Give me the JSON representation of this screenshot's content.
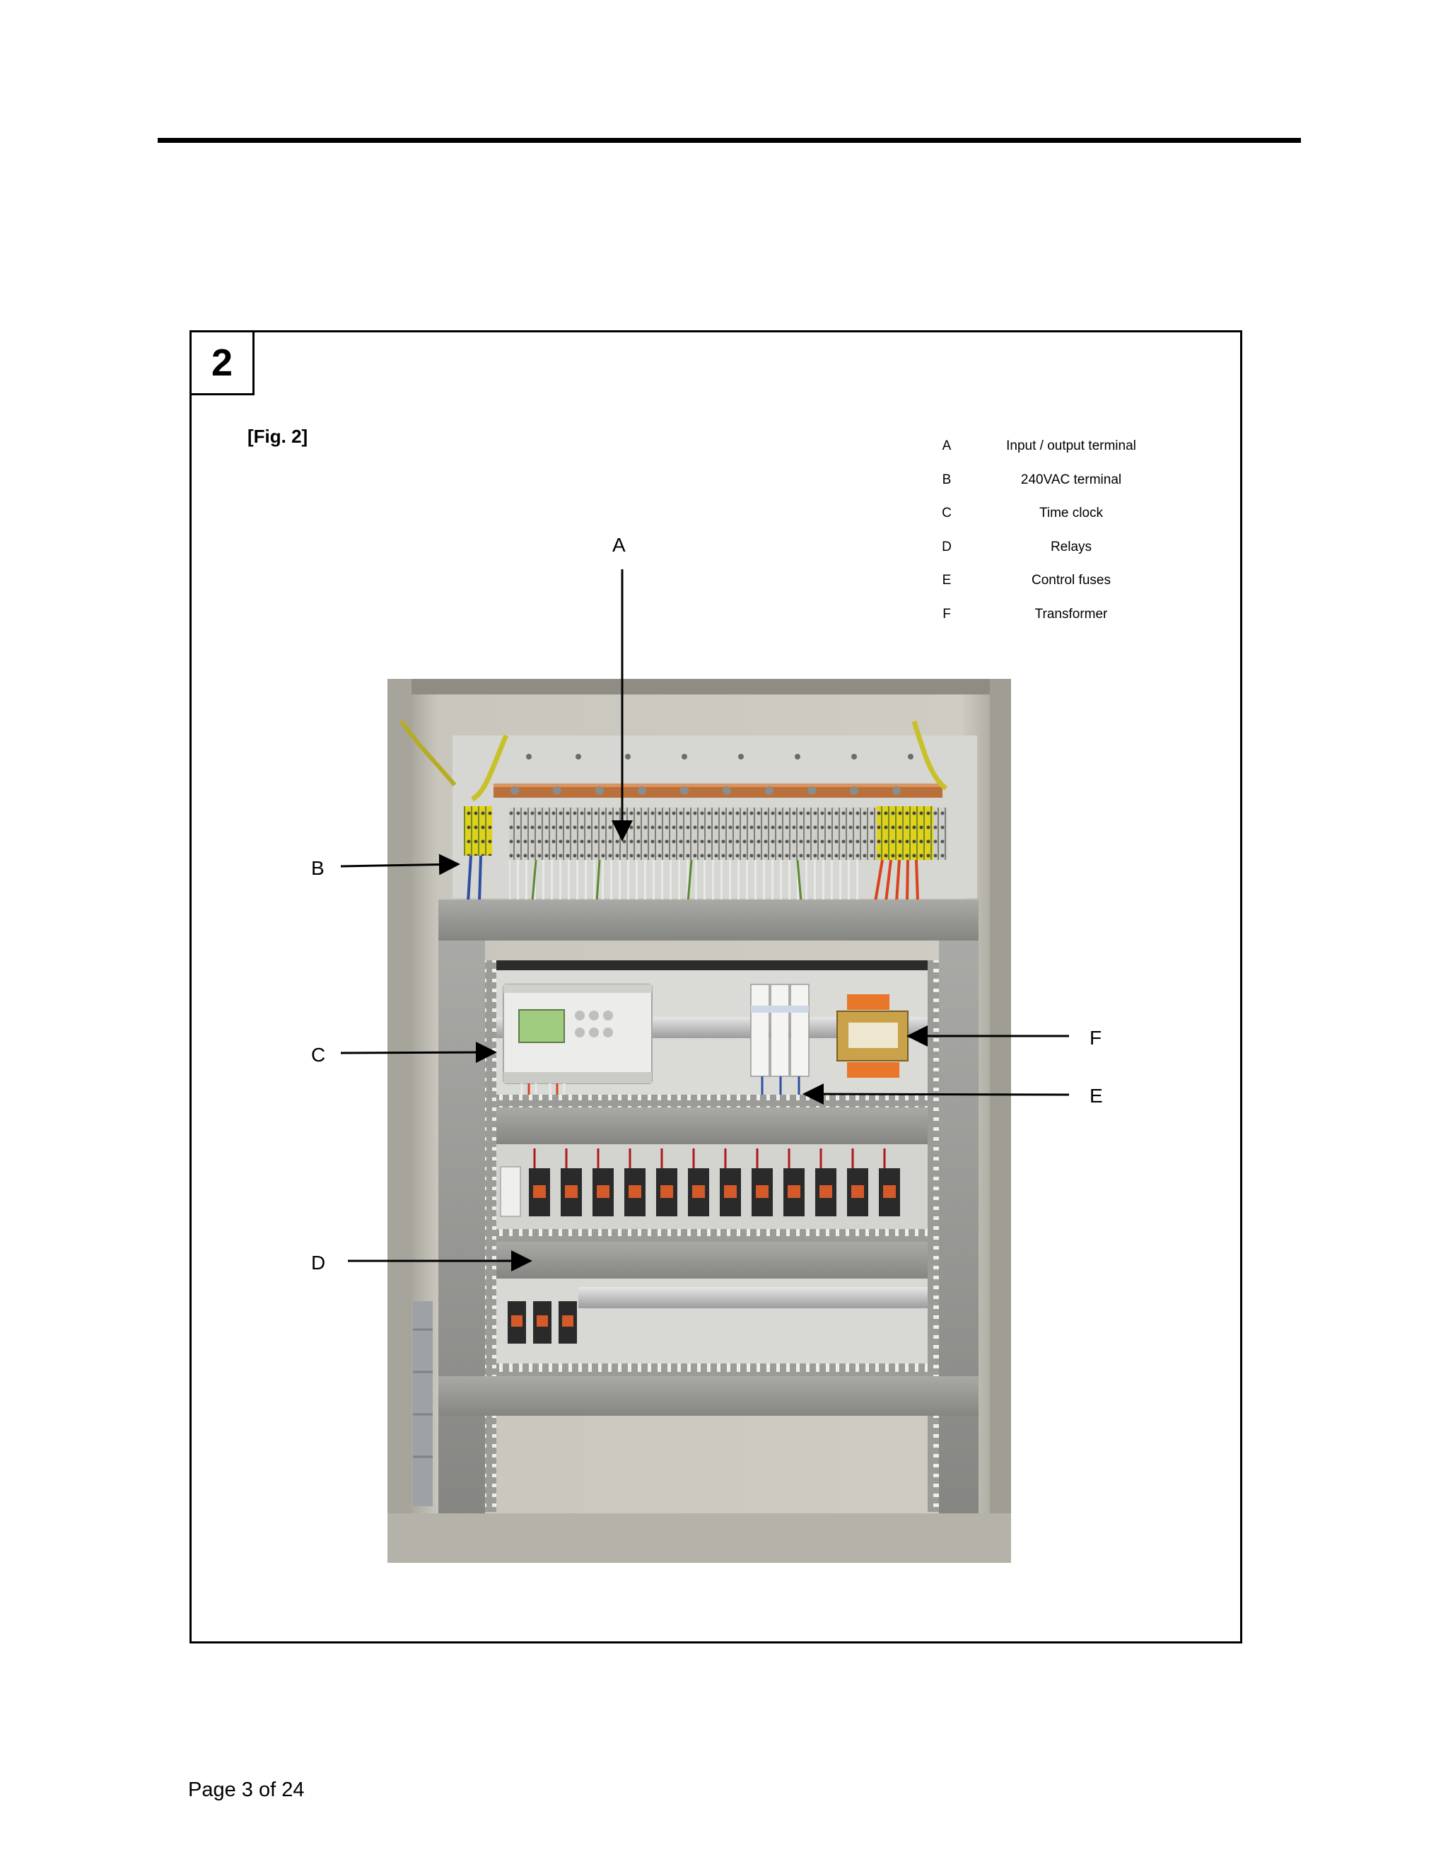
{
  "section_number": "2",
  "figure_label": "[Fig. 2]",
  "legend": [
    {
      "key": "A",
      "desc": "Input / output terminal"
    },
    {
      "key": "B",
      "desc": "240VAC terminal"
    },
    {
      "key": "C",
      "desc": "Time clock"
    },
    {
      "key": "D",
      "desc": "Relays"
    },
    {
      "key": "E",
      "desc": "Control fuses"
    },
    {
      "key": "F",
      "desc": "Transformer"
    }
  ],
  "callouts": {
    "a": "A",
    "b": "B",
    "c": "C",
    "d": "D",
    "e": "E",
    "f": "F"
  },
  "footer": "Page 3 of 24"
}
